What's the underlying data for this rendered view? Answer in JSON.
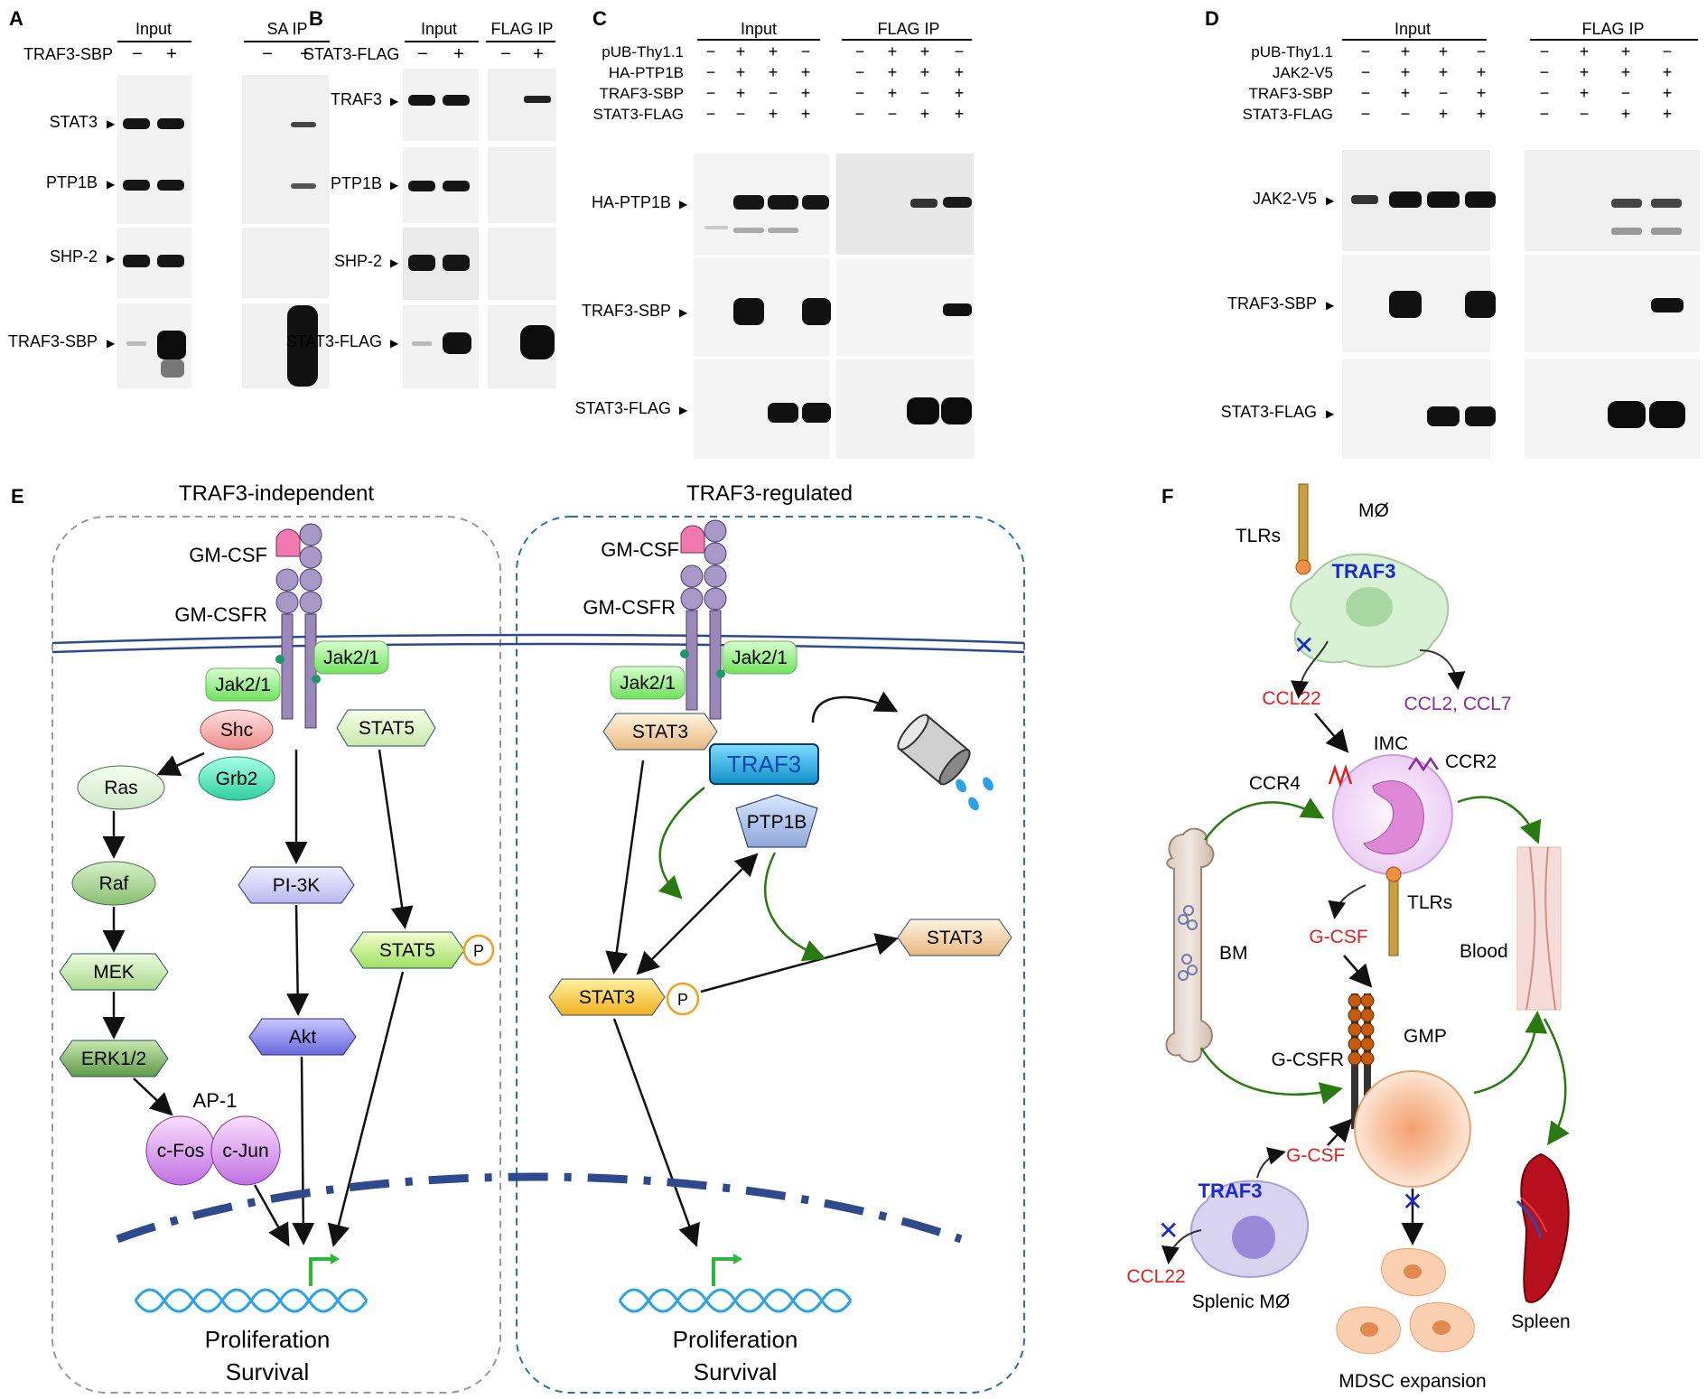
{
  "panelA": {
    "letter": "A",
    "col_input": "Input",
    "col_ip": "SA IP",
    "cond_label": "TRAF3-SBP",
    "signs_input": [
      "−",
      "+"
    ],
    "signs_ip": [
      "−",
      "+"
    ],
    "rows": [
      "STAT3",
      "PTP1B",
      "SHP-2",
      "TRAF3-SBP"
    ]
  },
  "panelB": {
    "letter": "B",
    "col_input": "Input",
    "col_ip": "FLAG IP",
    "cond_label": "STAT3-FLAG",
    "signs_input": [
      "−",
      "+"
    ],
    "signs_ip": [
      "−",
      "+"
    ],
    "rows": [
      "TRAF3",
      "PTP1B",
      "SHP-2",
      "STAT3-FLAG"
    ]
  },
  "panelC": {
    "letter": "C",
    "col_input": "Input",
    "col_ip": "FLAG IP",
    "conditions": [
      {
        "label": "pUB-Thy1.1",
        "signs": [
          "−",
          "+",
          "+",
          "−"
        ]
      },
      {
        "label": "HA-PTP1B",
        "signs": [
          "−",
          "+",
          "+",
          "+"
        ]
      },
      {
        "label": "TRAF3-SBP",
        "signs": [
          "−",
          "+",
          "−",
          "+"
        ]
      },
      {
        "label": "STAT3-FLAG",
        "signs": [
          "−",
          "−",
          "+",
          "+"
        ]
      }
    ],
    "rows": [
      "HA-PTP1B",
      "TRAF3-SBP",
      "STAT3-FLAG"
    ]
  },
  "panelD": {
    "letter": "D",
    "col_input": "Input",
    "col_ip": "FLAG IP",
    "conditions": [
      {
        "label": "pUB-Thy1.1",
        "signs": [
          "−",
          "+",
          "+",
          "−"
        ]
      },
      {
        "label": "JAK2-V5",
        "signs": [
          "−",
          "+",
          "+",
          "+"
        ]
      },
      {
        "label": "TRAF3-SBP",
        "signs": [
          "−",
          "+",
          "−",
          "+"
        ]
      },
      {
        "label": "STAT3-FLAG",
        "signs": [
          "−",
          "−",
          "+",
          "+"
        ]
      }
    ],
    "rows": [
      "JAK2-V5",
      "TRAF3-SBP",
      "STAT3-FLAG"
    ]
  },
  "panelE": {
    "letter": "E",
    "left_title": "TRAF3-independent",
    "right_title": "TRAF3-regulated",
    "gmcsf": "GM-CSF",
    "gmcsfr": "GM-CSFR",
    "jak": "Jak2/1",
    "shc": "Shc",
    "grb2": "Grb2",
    "ras": "Ras",
    "raf": "Raf",
    "mek": "MEK",
    "erk": "ERK1/2",
    "ap1": "AP-1",
    "cfos": "c-Fos",
    "cjun": "c-Jun",
    "pi3k": "PI-3K",
    "akt": "Akt",
    "stat5": "STAT5",
    "stat3": "STAT3",
    "traf3": "TRAF3",
    "ptp1b": "PTP1B",
    "p": "P",
    "outcome1": "Proliferation",
    "outcome2": "Survival"
  },
  "panelF": {
    "letter": "F",
    "tlrs": "TLRs",
    "mo": "MØ",
    "traf3": "TRAF3",
    "ccl22": "CCL22",
    "ccl2_ccl7": "CCL2, CCL7",
    "imc": "IMC",
    "ccr4": "CCR4",
    "ccr2": "CCR2",
    "bm": "BM",
    "gcsf": "G-CSF",
    "blood": "Blood",
    "gcsfr": "G-CSFR",
    "gmp": "GMP",
    "splenic_mo": "Splenic MØ",
    "spleen": "Spleen",
    "mdsc": "MDSC expansion"
  },
  "colors": {
    "jak_green": "#9ef08a",
    "traf3_blue": "#1aa7e0",
    "membrane": "#2e4a8c",
    "dna": "#29a3e8",
    "arrow_green": "#2a7a12",
    "red_text": "#e02020",
    "purple_text": "#8a2aa0"
  }
}
